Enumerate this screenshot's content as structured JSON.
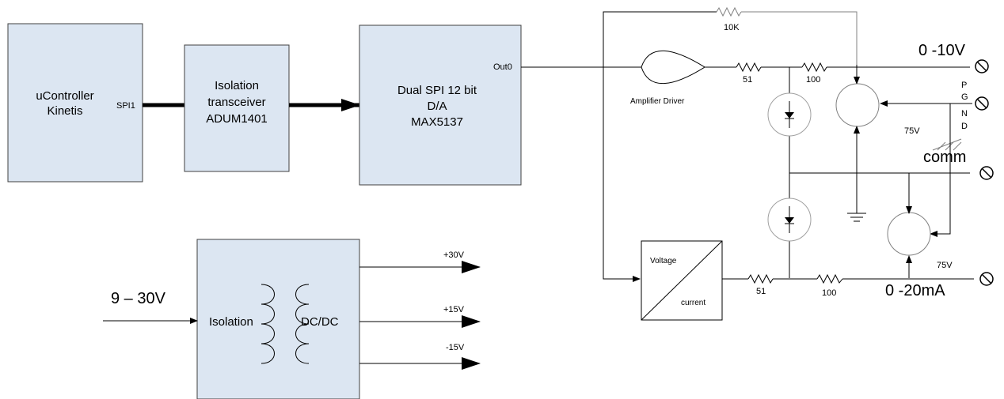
{
  "blocks": {
    "controller": {
      "line1": "uController",
      "line2": "Kinetis",
      "port": "SPI1"
    },
    "isolator": {
      "line1": "Isolation",
      "line2": "transceiver",
      "line3": "ADUM1401"
    },
    "dac": {
      "line1": "Dual SPI 12 bit",
      "line2": "D/A",
      "line3": "MAX5137",
      "port": "Out0"
    },
    "power": {
      "input": "9 – 30V",
      "left": "Isolation",
      "right": "DC/DC",
      "out1": "+30V",
      "out2": "+15V",
      "out3": "-15V"
    },
    "vi": {
      "top": "Voltage",
      "bottom": "current"
    }
  },
  "labels": {
    "amp": "Amplifier Driver",
    "r_fb": "10K",
    "r_51_top": "51",
    "r_100_top": "100",
    "r_51_bot": "51",
    "r_100_bot": "100",
    "t1": "75V",
    "t2": "75V",
    "out_v": "0 -10V",
    "out_i": "0 -20mA",
    "pgnd_p": "P",
    "pgnd_g": "G",
    "pgnd_n": "N",
    "pgnd_d": "D",
    "comm": "comm"
  }
}
